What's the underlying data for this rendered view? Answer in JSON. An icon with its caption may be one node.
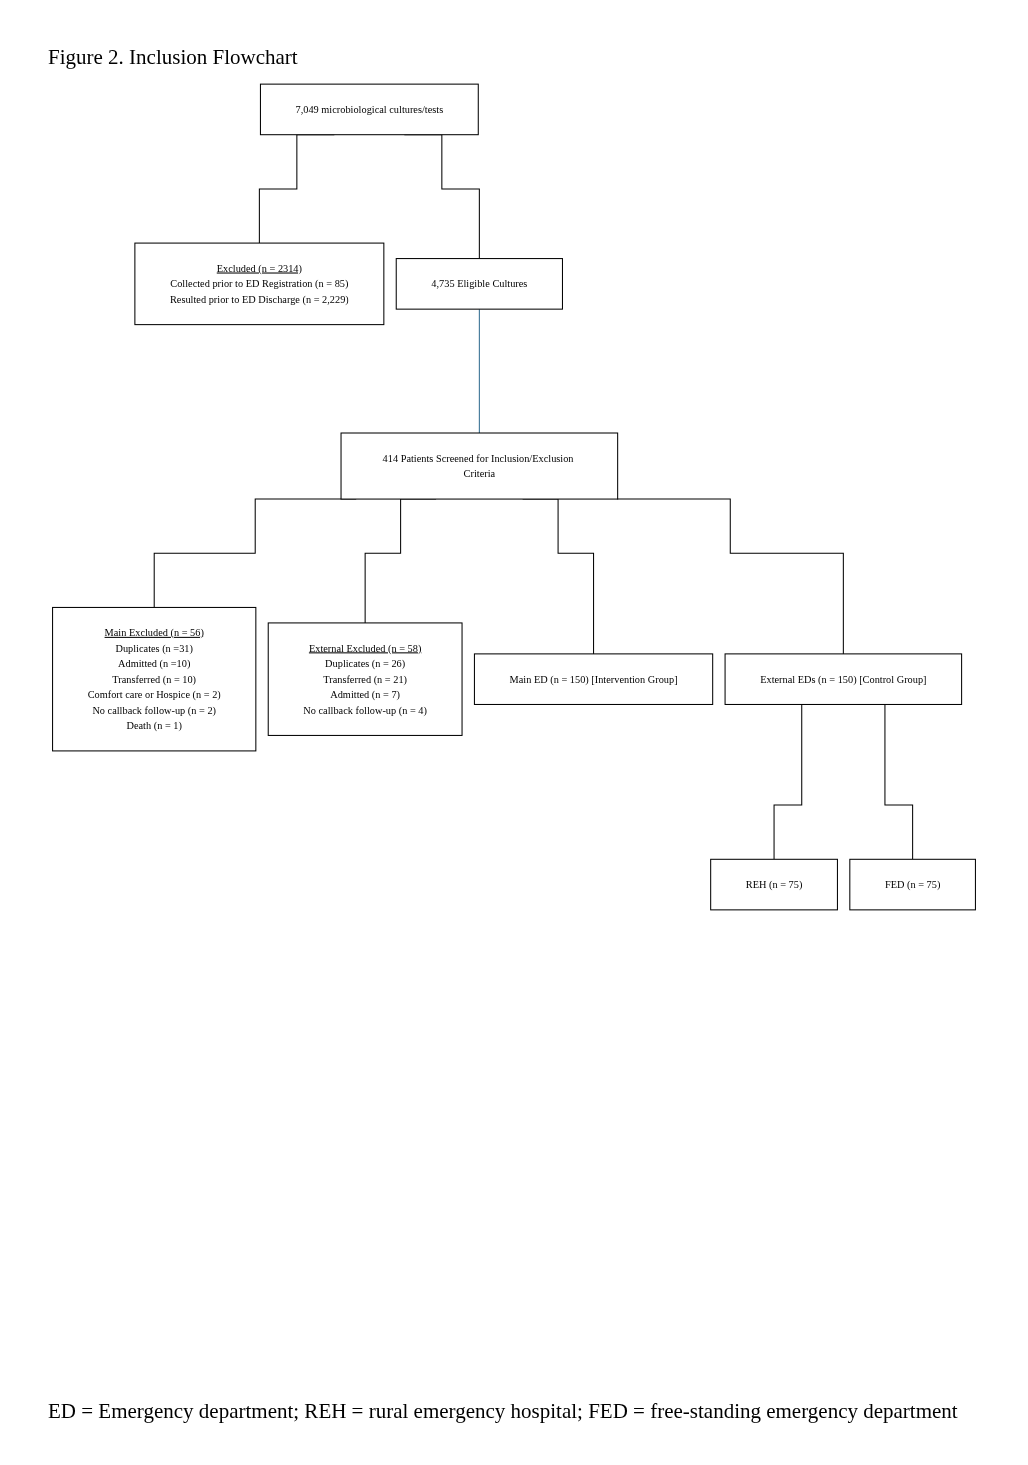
{
  "diagram": {
    "title": "Figure 2. Inclusion Flowchart",
    "caption": "ED = Emergency department; REH = rural emergency hospital; FED = free-standing emergency department",
    "nodes": [
      {
        "text": [
          "7,049 microbiological cultures/tests"
        ]
      },
      {
        "text": [
          "Excluded (n = 2314)",
          "Collected prior to ED Registration (n = 85)",
          "Resulted prior to ED Discharge (n = 2,229)"
        ]
      },
      {
        "text": [
          "4,735 Eligible Cultures"
        ]
      },
      {
        "text": [
          "414 Patients Screened for Inclusion/Exclusion Criteria"
        ]
      },
      {
        "text": [
          "Main Excluded (n = 56)",
          "Duplicates (n =31)",
          "Admitted (n =10)",
          "Transferred (n = 10)",
          "Comfort care or Hospice (n = 2)",
          "No callback follow-up (n = 2)",
          "Death (n = 1)"
        ]
      },
      {
        "text": [
          "External Excluded (n = 58)",
          "Duplicates (n = 26)",
          "Transferred (n = 21)",
          "Admitted (n = 7)",
          "No callback follow-up (n = 4)"
        ]
      },
      {
        "text": [
          "Main ED (n = 150) [Intervention Group]"
        ]
      },
      {
        "text": [
          "External EDs (n = 150) [Control Group]"
        ]
      },
      {
        "text": [
          "REH (n = 75)"
        ]
      },
      {
        "text": [
          "FED (n = 75)"
        ]
      }
    ],
    "edges": [
      {
        "from": 0,
        "to": 1,
        "arrow": "none"
      },
      {
        "from": 0,
        "to": 2,
        "arrow": "none"
      },
      {
        "from": 2,
        "to": 3,
        "arrow": "none",
        "color": "#2f6b8f"
      },
      {
        "from": 3,
        "to": 4,
        "arrow": "none"
      },
      {
        "from": 3,
        "to": 5,
        "arrow": "none"
      },
      {
        "from": 3,
        "to": 6,
        "arrow": "none"
      },
      {
        "from": 3,
        "to": 7,
        "arrow": "none"
      },
      {
        "from": 7,
        "to": 8,
        "arrow": "none"
      },
      {
        "from": 7,
        "to": 9,
        "arrow": "none"
      }
    ]
  }
}
